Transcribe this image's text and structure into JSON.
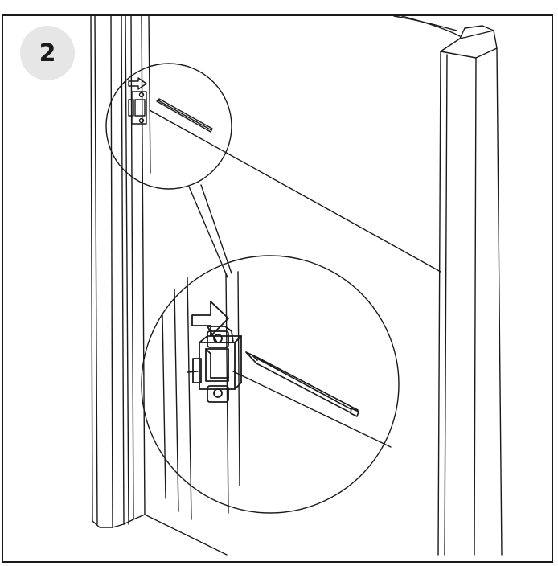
{
  "step": {
    "number": "2"
  },
  "colors": {
    "line": "#1a1a1a",
    "badge_bg": "#e6e6e6",
    "background": "#ffffff"
  },
  "icons": [
    "door-frame-illustration",
    "striker-plate-icon",
    "pencil-icon",
    "arrow-icon",
    "magnifier-circle"
  ]
}
